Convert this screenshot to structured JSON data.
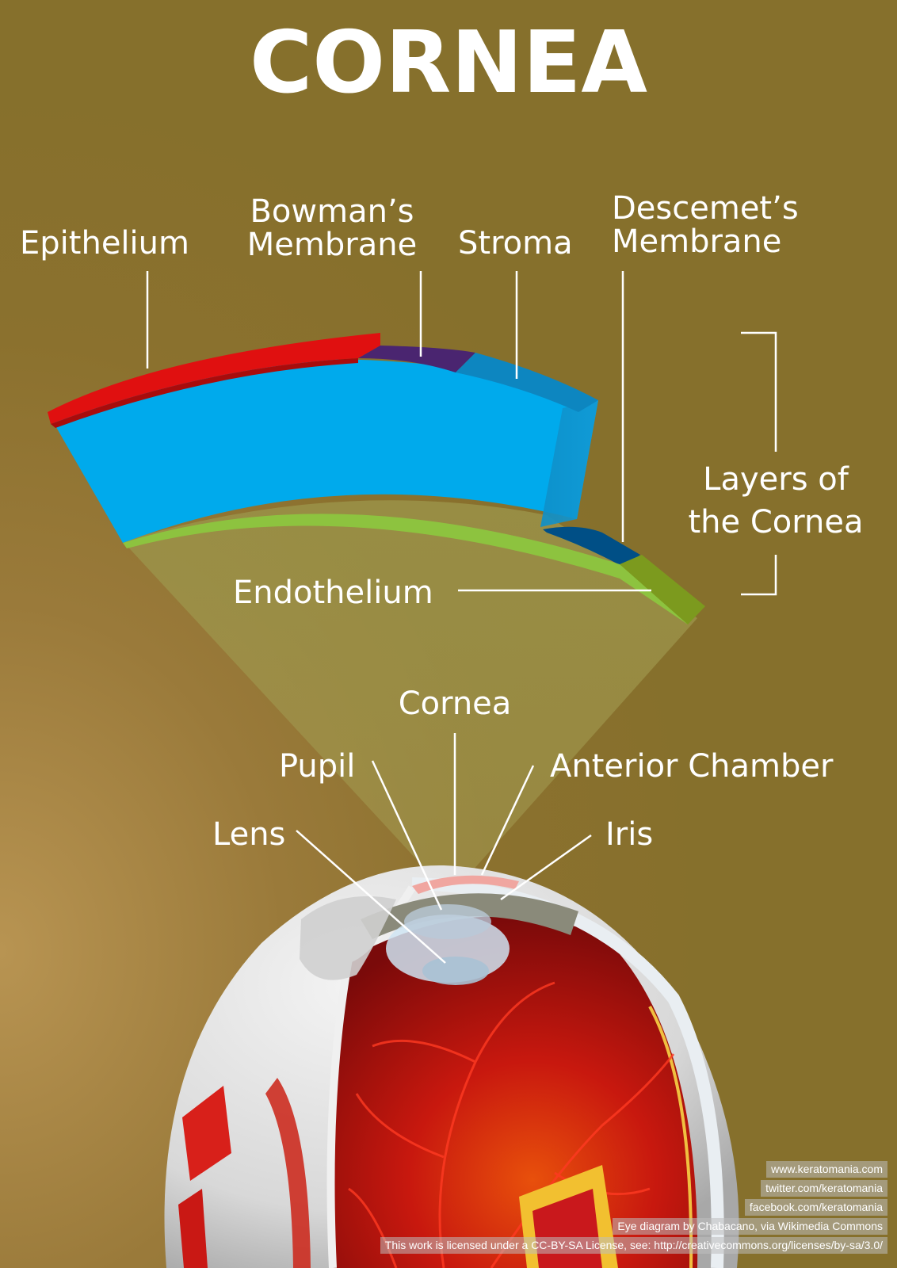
{
  "title": "CORNEA",
  "layers": {
    "epithelium": "Epithelium",
    "bowmans_line1": "Bowman’s",
    "bowmans_line2": "Membrane",
    "stroma": "Stroma",
    "descemets_line1": "Descemet’s",
    "descemets_line2": "Membrane",
    "endothelium": "Endothelium",
    "group_line1": "Layers of",
    "group_line2": "the Cornea"
  },
  "eye_parts": {
    "cornea": "Cornea",
    "pupil": "Pupil",
    "anterior_chamber": "Anterior Chamber",
    "lens": "Lens",
    "iris": "Iris"
  },
  "credits": [
    "www.keratomania.com",
    "twitter.com/keratomania",
    "facebook.com/keratomania",
    "Eye diagram by Chabacano, via Wikimedia Commons",
    "This work is licensed under a CC-BY-SA License, see: http://creativecommons.org/licenses/by-sa/3.0/"
  ],
  "colors": {
    "background": "#8b712e",
    "epithelium": "#e01010",
    "bowmans_membrane": "#4a2570",
    "stroma": "#00aaec",
    "descemets_membrane": "#004f86",
    "endothelium": "#8cc63f",
    "sclera": "#e8e8e8",
    "retina": "#c0100c"
  }
}
